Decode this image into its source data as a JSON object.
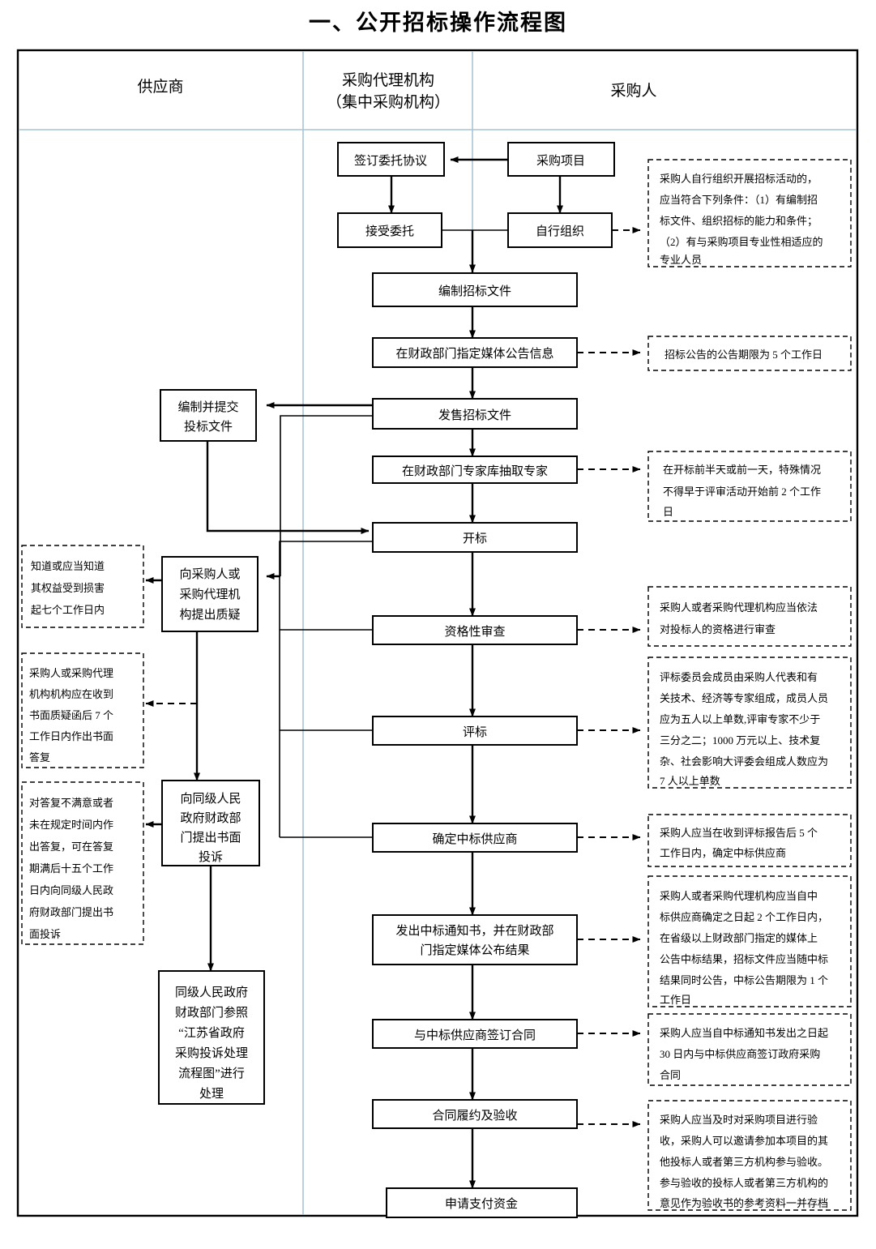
{
  "title": "一、公开招标操作流程图",
  "chart_data": {
    "type": "diagram",
    "title": "一、公开招标操作流程图",
    "diagram_kind": "swimlane-flowchart",
    "lanes": [
      {
        "id": "supplier",
        "label": "供应商"
      },
      {
        "id": "agency",
        "label_line1": "采购代理机构",
        "label_line2": "（集中采购机构）"
      },
      {
        "id": "purchaser",
        "label": "采购人"
      }
    ],
    "nodes": [
      {
        "id": "n1",
        "lane": "agency",
        "shape": "process",
        "lines": [
          "签订委托协议"
        ]
      },
      {
        "id": "n2",
        "lane": "purchaser",
        "shape": "process",
        "lines": [
          "采购项目"
        ]
      },
      {
        "id": "n3",
        "lane": "agency",
        "shape": "process",
        "lines": [
          "接受委托"
        ]
      },
      {
        "id": "n4",
        "lane": "purchaser",
        "shape": "process",
        "lines": [
          "自行组织"
        ]
      },
      {
        "id": "n5",
        "lane": "agency",
        "shape": "process",
        "lines": [
          "编制招标文件"
        ]
      },
      {
        "id": "n6",
        "lane": "agency",
        "shape": "process",
        "lines": [
          "在财政部门指定媒体公告信息"
        ]
      },
      {
        "id": "n7",
        "lane": "agency",
        "shape": "process",
        "lines": [
          "发售招标文件"
        ]
      },
      {
        "id": "n8",
        "lane": "supplier",
        "shape": "process",
        "lines": [
          "编制并提交",
          "投标文件"
        ]
      },
      {
        "id": "n9",
        "lane": "agency",
        "shape": "process",
        "lines": [
          "在财政部门专家库抽取专家"
        ]
      },
      {
        "id": "n10",
        "lane": "agency",
        "shape": "process",
        "lines": [
          "开标"
        ]
      },
      {
        "id": "n11",
        "lane": "supplier",
        "shape": "process",
        "lines": [
          "向采购人或",
          "采购代理机",
          "构提出质疑"
        ]
      },
      {
        "id": "n12",
        "lane": "agency",
        "shape": "process",
        "lines": [
          "资格性审查"
        ]
      },
      {
        "id": "n13",
        "lane": "agency",
        "shape": "process",
        "lines": [
          "评标"
        ]
      },
      {
        "id": "n14",
        "lane": "supplier",
        "shape": "process",
        "lines": [
          "向同级人民",
          "政府财政部",
          "门提出书面",
          "投诉"
        ]
      },
      {
        "id": "n15",
        "lane": "agency",
        "shape": "process",
        "lines": [
          "确定中标供应商"
        ]
      },
      {
        "id": "n16",
        "lane": "agency",
        "shape": "process",
        "lines": [
          "发出中标通知书，并在财政部",
          "门指定媒体公布结果"
        ]
      },
      {
        "id": "n17",
        "lane": "supplier",
        "shape": "process",
        "lines": [
          "同级人民政府",
          "财政部门参照",
          "“江苏省政府",
          "采购投诉处理",
          "流程图”进行",
          "处理"
        ]
      },
      {
        "id": "n18",
        "lane": "agency",
        "shape": "process",
        "lines": [
          "与中标供应商签订合同"
        ]
      },
      {
        "id": "n19",
        "lane": "agency",
        "shape": "process",
        "lines": [
          "合同履约及验收"
        ]
      },
      {
        "id": "n20",
        "lane": "agency",
        "shape": "process",
        "lines": [
          "申请支付资金"
        ]
      }
    ],
    "notes": [
      {
        "id": "a1",
        "side": "right",
        "attached_to": "n4",
        "lines": [
          "采购人自行组织开展招标活动的，",
          "应当符合下列条件：（1）有编制招",
          "标文件、组织招标的能力和条件；",
          "（2）有与采购项目专业性相适应的",
          "专业人员"
        ]
      },
      {
        "id": "a2",
        "side": "right",
        "attached_to": "n6",
        "lines": [
          "招标公告的公告期限为 5 个工作日"
        ]
      },
      {
        "id": "a3",
        "side": "right",
        "attached_to": "n9",
        "lines": [
          "在开标前半天或前一天，特殊情况",
          "不得早于评审活动开始前 2 个工作",
          "日"
        ]
      },
      {
        "id": "a4",
        "side": "right",
        "attached_to": "n12",
        "lines": [
          "采购人或者采购代理机构应当依法",
          "对投标人的资格进行审查"
        ]
      },
      {
        "id": "a5",
        "side": "right",
        "attached_to": "n13",
        "lines": [
          "评标委员会成员由采购人代表和有",
          "关技术、经济等专家组成，成员人员",
          "应为五人以上单数,评审专家不少于",
          "三分之二；1000 万元以上、技术复",
          "杂、社会影响大评委会组成人数应为",
          "7 人以上单数"
        ]
      },
      {
        "id": "a6",
        "side": "right",
        "attached_to": "n15",
        "lines": [
          "采购人应当在收到评标报告后 5 个",
          "工作日内，确定中标供应商"
        ]
      },
      {
        "id": "a7",
        "side": "right",
        "attached_to": "n16",
        "lines": [
          "采购人或者采购代理机构应当自中",
          "标供应商确定之日起 2 个工作日内，",
          "在省级以上财政部门指定的媒体上",
          "公告中标结果，招标文件应当随中标",
          "结果同时公告，中标公告期限为 1 个",
          "工作日"
        ]
      },
      {
        "id": "a8",
        "side": "right",
        "attached_to": "n18",
        "lines": [
          "采购人应当自中标通知书发出之日起",
          "30 日内与中标供应商签订政府采购",
          "合同"
        ]
      },
      {
        "id": "a9",
        "side": "right",
        "attached_to": "n19",
        "lines": [
          "采购人应当及时对采购项目进行验",
          "收，采购人可以邀请参加本项目的其",
          "他投标人或者第三方机构参与验收。",
          "参与验收的投标人或者第三方机构的",
          "意见作为验收书的参考资料一并存档"
        ]
      },
      {
        "id": "b1",
        "side": "left",
        "attached_to": "n11",
        "lines": [
          "知道或应当知道",
          "其权益受到损害",
          "起七个工作日内"
        ]
      },
      {
        "id": "b2",
        "side": "left",
        "attached_to": "n11",
        "lines": [
          "采购人或采购代理",
          "机构机构应在收到",
          "书面质疑函后 7 个",
          "工作日内作出书面",
          "答复"
        ]
      },
      {
        "id": "b3",
        "side": "left",
        "attached_to": "n14",
        "lines": [
          "对答复不满意或者",
          "未在规定时间内作",
          "出答复，可在答复",
          "期满后十五个工作",
          "日内向同级人民政",
          "府财政部门提出书",
          "面投诉"
        ]
      }
    ],
    "edges": [
      {
        "from": "n2",
        "to": "n1",
        "style": "solid",
        "arrow": true
      },
      {
        "from": "n1",
        "to": "n3",
        "style": "solid",
        "arrow": true
      },
      {
        "from": "n2",
        "to": "n4",
        "style": "solid",
        "arrow": true
      },
      {
        "from": "n3",
        "to": "n5",
        "style": "solid",
        "arrow": true
      },
      {
        "from": "n4",
        "to": "n5",
        "style": "solid",
        "arrow": true
      },
      {
        "from": "n5",
        "to": "n6",
        "style": "solid",
        "arrow": true
      },
      {
        "from": "n6",
        "to": "n7",
        "style": "solid",
        "arrow": true
      },
      {
        "from": "n7",
        "to": "n8",
        "style": "solid",
        "arrow": true
      },
      {
        "from": "n7",
        "to": "n9",
        "style": "solid",
        "arrow": true
      },
      {
        "from": "n8",
        "to": "n10",
        "style": "solid",
        "arrow": true
      },
      {
        "from": "n9",
        "to": "n10",
        "style": "solid",
        "arrow": true
      },
      {
        "from": "n10",
        "to": "n11",
        "style": "solid",
        "arrow": true
      },
      {
        "from": "n10",
        "to": "n12",
        "style": "solid",
        "arrow": true
      },
      {
        "from": "n12",
        "to": "n13",
        "style": "solid",
        "arrow": true
      },
      {
        "from": "n13",
        "to": "n15",
        "style": "solid",
        "arrow": true
      },
      {
        "from": "n11",
        "to": "n14",
        "style": "solid",
        "arrow": true
      },
      {
        "from": "n14",
        "to": "n17",
        "style": "solid",
        "arrow": true
      },
      {
        "from": "n15",
        "to": "n16",
        "style": "solid",
        "arrow": true
      },
      {
        "from": "n16",
        "to": "n18",
        "style": "solid",
        "arrow": true
      },
      {
        "from": "n18",
        "to": "n19",
        "style": "solid",
        "arrow": true
      },
      {
        "from": "n19",
        "to": "n20",
        "style": "solid",
        "arrow": true
      },
      {
        "from": "n4",
        "to": "a1",
        "style": "dashed",
        "arrow": true
      },
      {
        "from": "n6",
        "to": "a2",
        "style": "dashed",
        "arrow": true
      },
      {
        "from": "n9",
        "to": "a3",
        "style": "dashed",
        "arrow": true
      },
      {
        "from": "n12",
        "to": "a4",
        "style": "dashed",
        "arrow": true
      },
      {
        "from": "n13",
        "to": "a5",
        "style": "dashed",
        "arrow": true
      },
      {
        "from": "n15",
        "to": "a6",
        "style": "dashed",
        "arrow": true
      },
      {
        "from": "n16",
        "to": "a7",
        "style": "dashed",
        "arrow": true
      },
      {
        "from": "n18",
        "to": "a8",
        "style": "dashed",
        "arrow": true
      },
      {
        "from": "n19",
        "to": "a9",
        "style": "dashed",
        "arrow": true
      },
      {
        "from": "n11",
        "to": "b1",
        "style": "solid",
        "arrow": true
      },
      {
        "from": "n11",
        "to": "b2",
        "style": "dashed",
        "arrow": true
      },
      {
        "from": "n14",
        "to": "b3",
        "style": "solid",
        "arrow": true
      }
    ],
    "colors": {
      "box_stroke": "#000000",
      "box_fill": "#ffffff",
      "lane_divider": "#a9c4d4",
      "frame": "#000000",
      "text": "#000000"
    }
  }
}
